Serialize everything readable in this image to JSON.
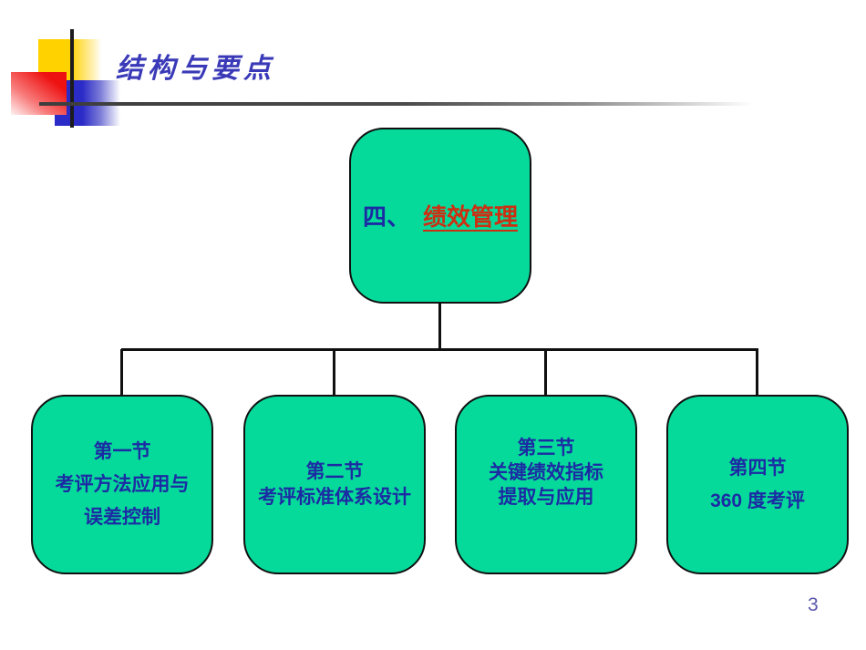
{
  "slide": {
    "title": "结构与要点",
    "page_number": "3"
  },
  "org_chart": {
    "root": {
      "prefix": "四、",
      "link_text": "绩效管理"
    },
    "children": [
      {
        "lines": [
          "第一节",
          "考评方法应用与",
          "误差控制"
        ]
      },
      {
        "lines": [
          "第二节",
          "考评标准体系设计"
        ]
      },
      {
        "lines": [
          "第三节",
          "关键绩效指标",
          "提取与应用"
        ]
      },
      {
        "lines": [
          "第四节",
          "360 度考评"
        ]
      }
    ]
  },
  "colors": {
    "box_fill": "#06DA9B",
    "box_border": "#101010",
    "body_text": "#1C2BA3",
    "link_text": "#CC2F12",
    "title_text": "#3A3AB8",
    "page_number_text": "#5B57A8"
  }
}
